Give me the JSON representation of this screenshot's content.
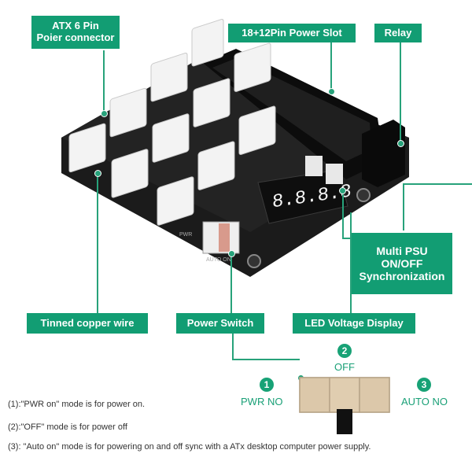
{
  "labels": {
    "atx6pin_line1": "ATX 6 Pin",
    "atx6pin_line2": "Poier connector",
    "power_slot": "18+12Pin Power Slot",
    "relay": "Relay",
    "multi_psu_line1": "Multi  PSU",
    "multi_psu_line2": "ON/OFF",
    "multi_psu_line3": "Synchronization",
    "tinned_wire": "Tinned copper wire",
    "power_switch": "Power Switch",
    "led_display": "LED Voltage Display"
  },
  "board": {
    "display_digits": "8.8.8.8",
    "silk_pwr": "PWR",
    "silk_auto": "AUTO ON"
  },
  "switch_modes": {
    "num1": "1",
    "num2": "2",
    "num3": "3",
    "pwr_no": "PWR NO",
    "off": "OFF",
    "auto_no": "AUTO NO"
  },
  "notes": {
    "n1": "(1):\"PWR on\" mode is for power on.",
    "n2": "(2):\"OFF\" mode is for power off",
    "n3": "(3): \"Auto on\" mode is for powering on and off sync with a ATx desktop computer power supply."
  }
}
